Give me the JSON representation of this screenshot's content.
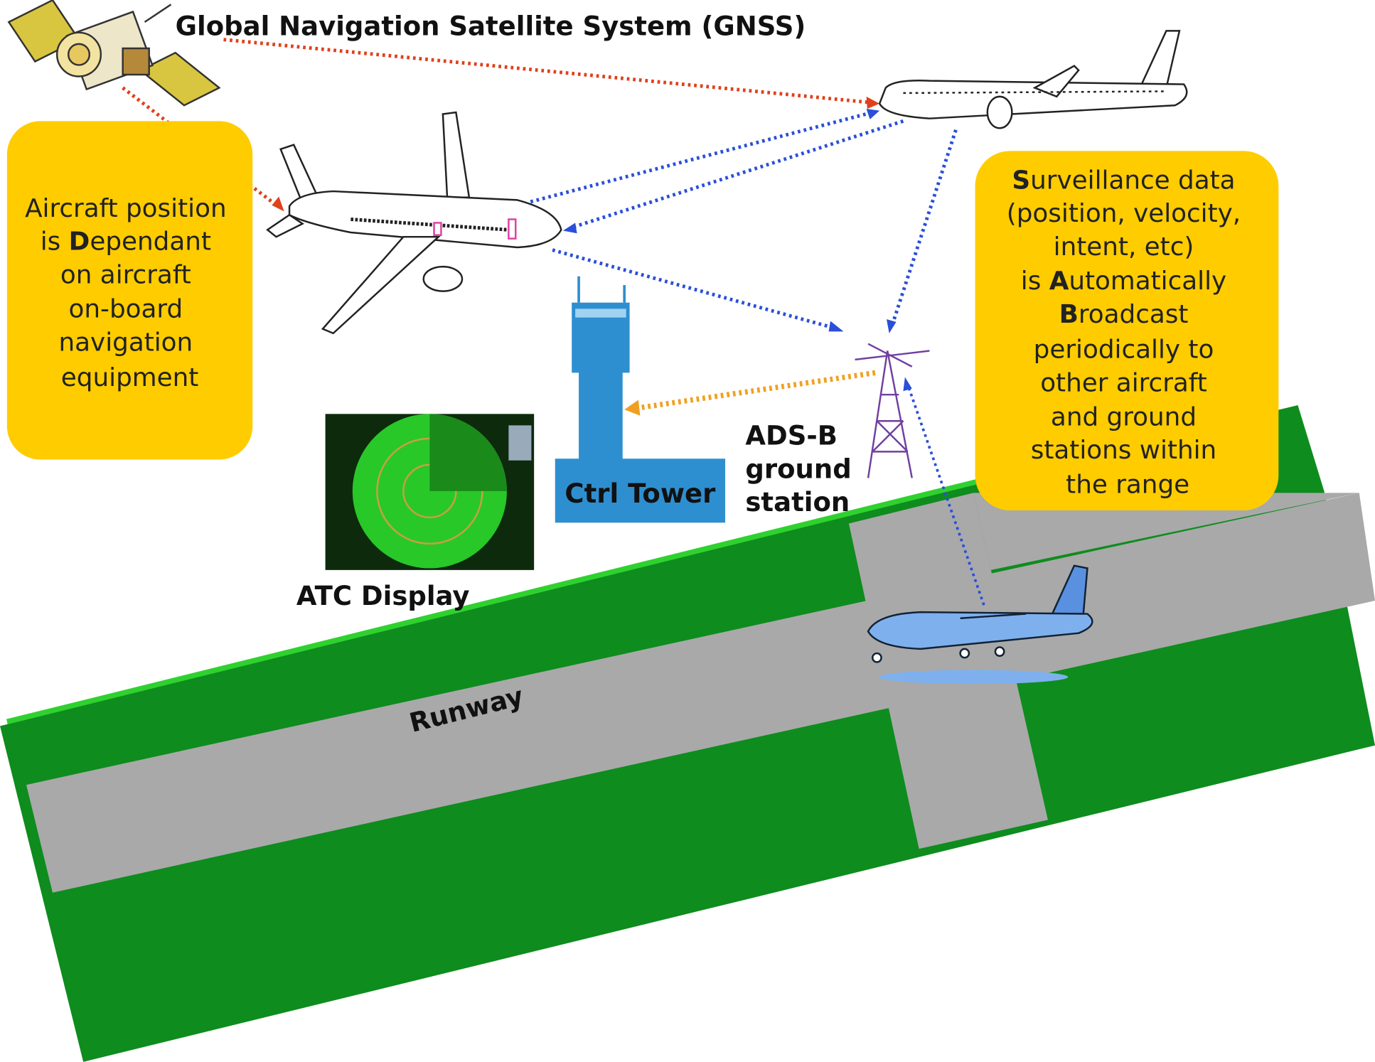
{
  "title": "Global Navigation Satellite System (GNSS)",
  "left_box": {
    "lines": [
      "Aircraft position",
      "is ",
      "D",
      "ependant",
      "on aircraft",
      "on-board",
      "navigation",
      "equipment"
    ]
  },
  "right_box": {
    "line1_initial": "S",
    "line1_rest": "urveillance data",
    "line2": "(position, velocity,",
    "line3": "intent, etc)",
    "line4_prefix": "is ",
    "line4_initial": "A",
    "line4_rest": "utomatically",
    "line5_initial": "B",
    "line5_rest": "roadcast",
    "line6": "periodically to",
    "line7": "other aircraft",
    "line8": "and ground",
    "line9": "stations within",
    "line10": "the range"
  },
  "labels": {
    "ctrl_tower": "Ctrl Tower",
    "adsb_1": "ADS-B",
    "adsb_2": "ground",
    "adsb_3": "station",
    "atc_display": "ATC Display",
    "runway": "Runway"
  },
  "colors": {
    "callout": "#FFCC00",
    "grass": "#0E8C1E",
    "grass_edge": "#2FD12F",
    "runway": "#A9A9A9",
    "tower": "#2E8FD0",
    "gnss_link": "#E0401A",
    "adsb_link": "#2A4FD8",
    "ground_link": "#F0A020"
  }
}
